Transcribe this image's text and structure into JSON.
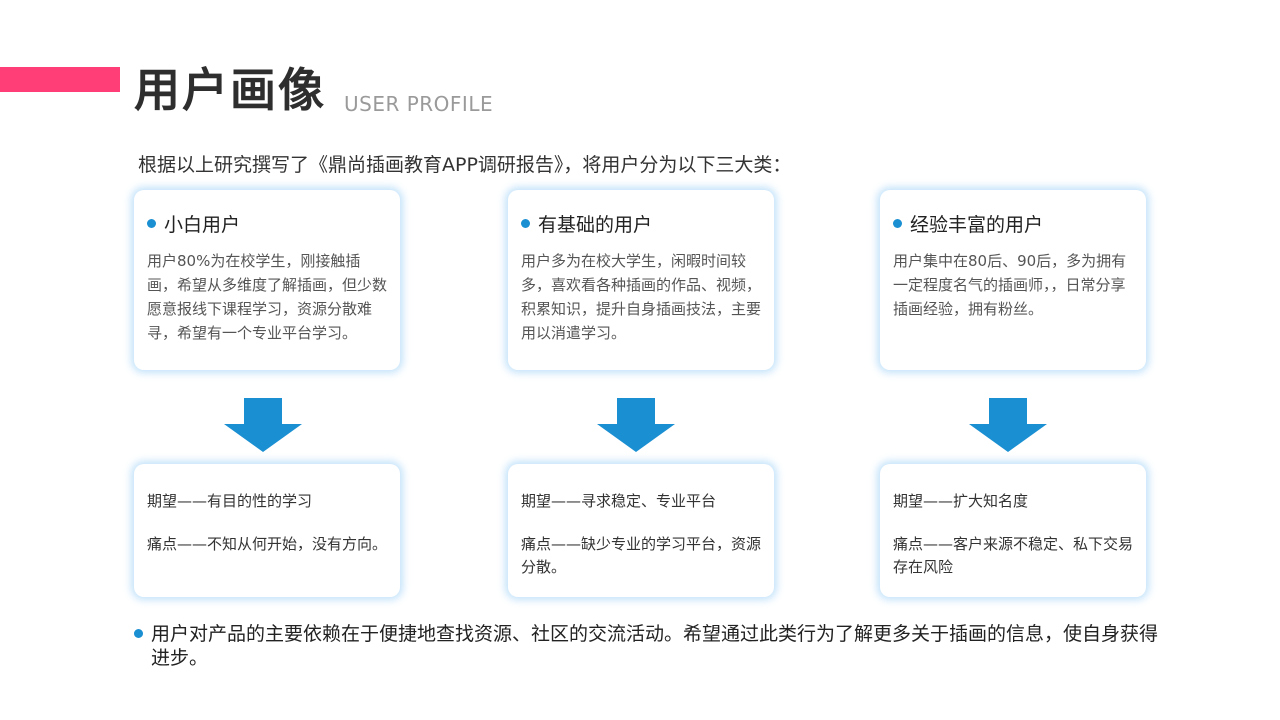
{
  "header": {
    "title": "用户画像",
    "subtitle": "USER PROFILE"
  },
  "intro": "根据以上研究撰写了《鼎尚插画教育APP调研报告》，将用户分为以下三大类：",
  "colors": {
    "accent": "#ff3e78",
    "blue": "#1a8fd2",
    "glow": "#78bef5"
  },
  "groups": [
    {
      "title": "小白用户",
      "desc": "用户80%为在校学生，刚接触插画，希望从多维度了解插画，但少数愿意报线下课程学习，资源分散难寻，希望有一个专业平台学习。",
      "expectation": "期望——有目的性的学习",
      "pain": "痛点——不知从何开始，没有方向。"
    },
    {
      "title": "有基础的用户",
      "desc": "用户多为在校大学生，闲暇时间较多，喜欢看各种插画的作品、视频，积累知识，提升自身插画技法，主要用以消遣学习。",
      "expectation": "期望——寻求稳定、专业平台",
      "pain": "痛点——缺少专业的学习平台，资源分散。"
    },
    {
      "title": "经验丰富的用户",
      "desc": "用户集中在80后、90后，多为拥有一定程度名气的插画师，，日常分享插画经验，拥有粉丝。",
      "expectation": "期望——扩大知名度",
      "pain": "痛点——客户来源不稳定、私下交易存在风险"
    }
  ],
  "summary": "用户对产品的主要依赖在于便捷地查找资源、社区的交流活动。希望通过此类行为了解更多关于插画的信息，使自身获得进步。",
  "icons": {
    "arrow": "down-arrow-icon",
    "bullet": "bullet-dot-icon"
  }
}
